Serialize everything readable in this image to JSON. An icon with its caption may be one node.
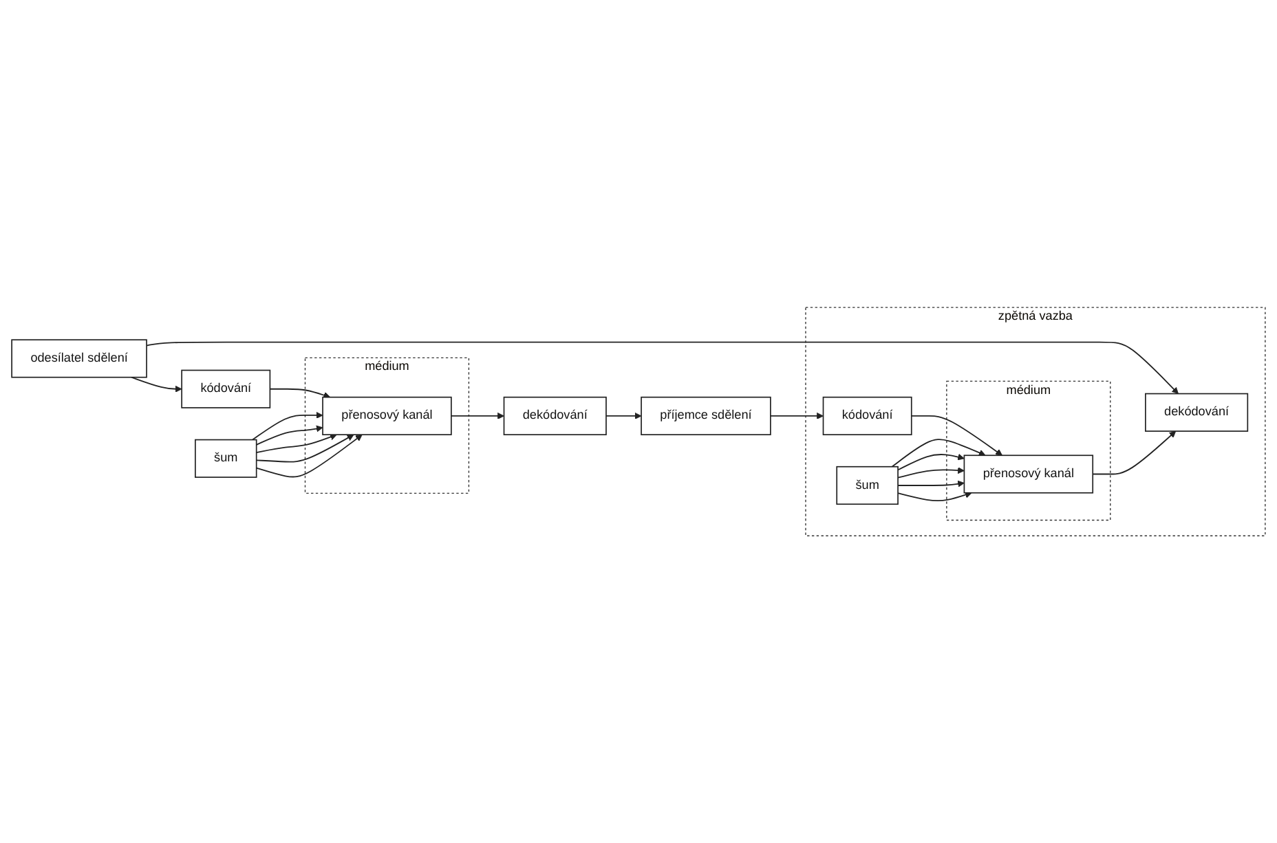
{
  "diagram": {
    "nodes": [
      {
        "text": [
          "odesílatel sdělení"
        ]
      },
      {
        "text": [
          "kódování"
        ]
      },
      {
        "text": [
          "médium"
        ]
      },
      {
        "text": [
          "přenosový kanál"
        ],
        "in": 2
      },
      {
        "text": [
          "dekódování"
        ]
      },
      {
        "text": [
          "příjemce sdělení"
        ]
      },
      {
        "text": [
          "šum"
        ]
      },
      {
        "text": [
          "zpětná vazba"
        ]
      },
      {
        "text": [
          "médium"
        ],
        "in": 7
      },
      {
        "text": [
          "přenosový kanál"
        ],
        "in": 8
      },
      {
        "text": [
          "dekódování"
        ],
        "in": 7
      },
      {
        "text": [
          "kódování"
        ],
        "in": 7
      },
      {
        "text": [
          "šum"
        ],
        "in": 7
      }
    ],
    "edges": [
      {
        "from": 0,
        "to": 1,
        "arrow": "to"
      },
      {
        "from": 1,
        "to": 3,
        "arrow": "to"
      },
      {
        "from": 3,
        "to": 4,
        "arrow": "to"
      },
      {
        "from": 4,
        "to": 5,
        "arrow": "to"
      },
      {
        "from": 6,
        "to": 3,
        "arrow": "to"
      },
      {
        "from": 6,
        "to": 3,
        "arrow": "to"
      },
      {
        "from": 6,
        "to": 3,
        "arrow": "to"
      },
      {
        "from": 6,
        "to": 3,
        "arrow": "to"
      },
      {
        "from": 6,
        "to": 3,
        "arrow": "to"
      },
      {
        "from": 0,
        "to": 10,
        "arrow": "to"
      },
      {
        "from": 5,
        "to": 11,
        "arrow": "to"
      },
      {
        "from": 11,
        "to": 9,
        "arrow": "to"
      },
      {
        "from": 9,
        "to": 10,
        "arrow": "to"
      },
      {
        "from": 12,
        "to": 9,
        "arrow": "to"
      },
      {
        "from": 12,
        "to": 9,
        "arrow": "to"
      },
      {
        "from": 12,
        "to": 9,
        "arrow": "to"
      },
      {
        "from": 12,
        "to": 9,
        "arrow": "to"
      },
      {
        "from": 12,
        "to": 9,
        "arrow": "to"
      }
    ]
  }
}
